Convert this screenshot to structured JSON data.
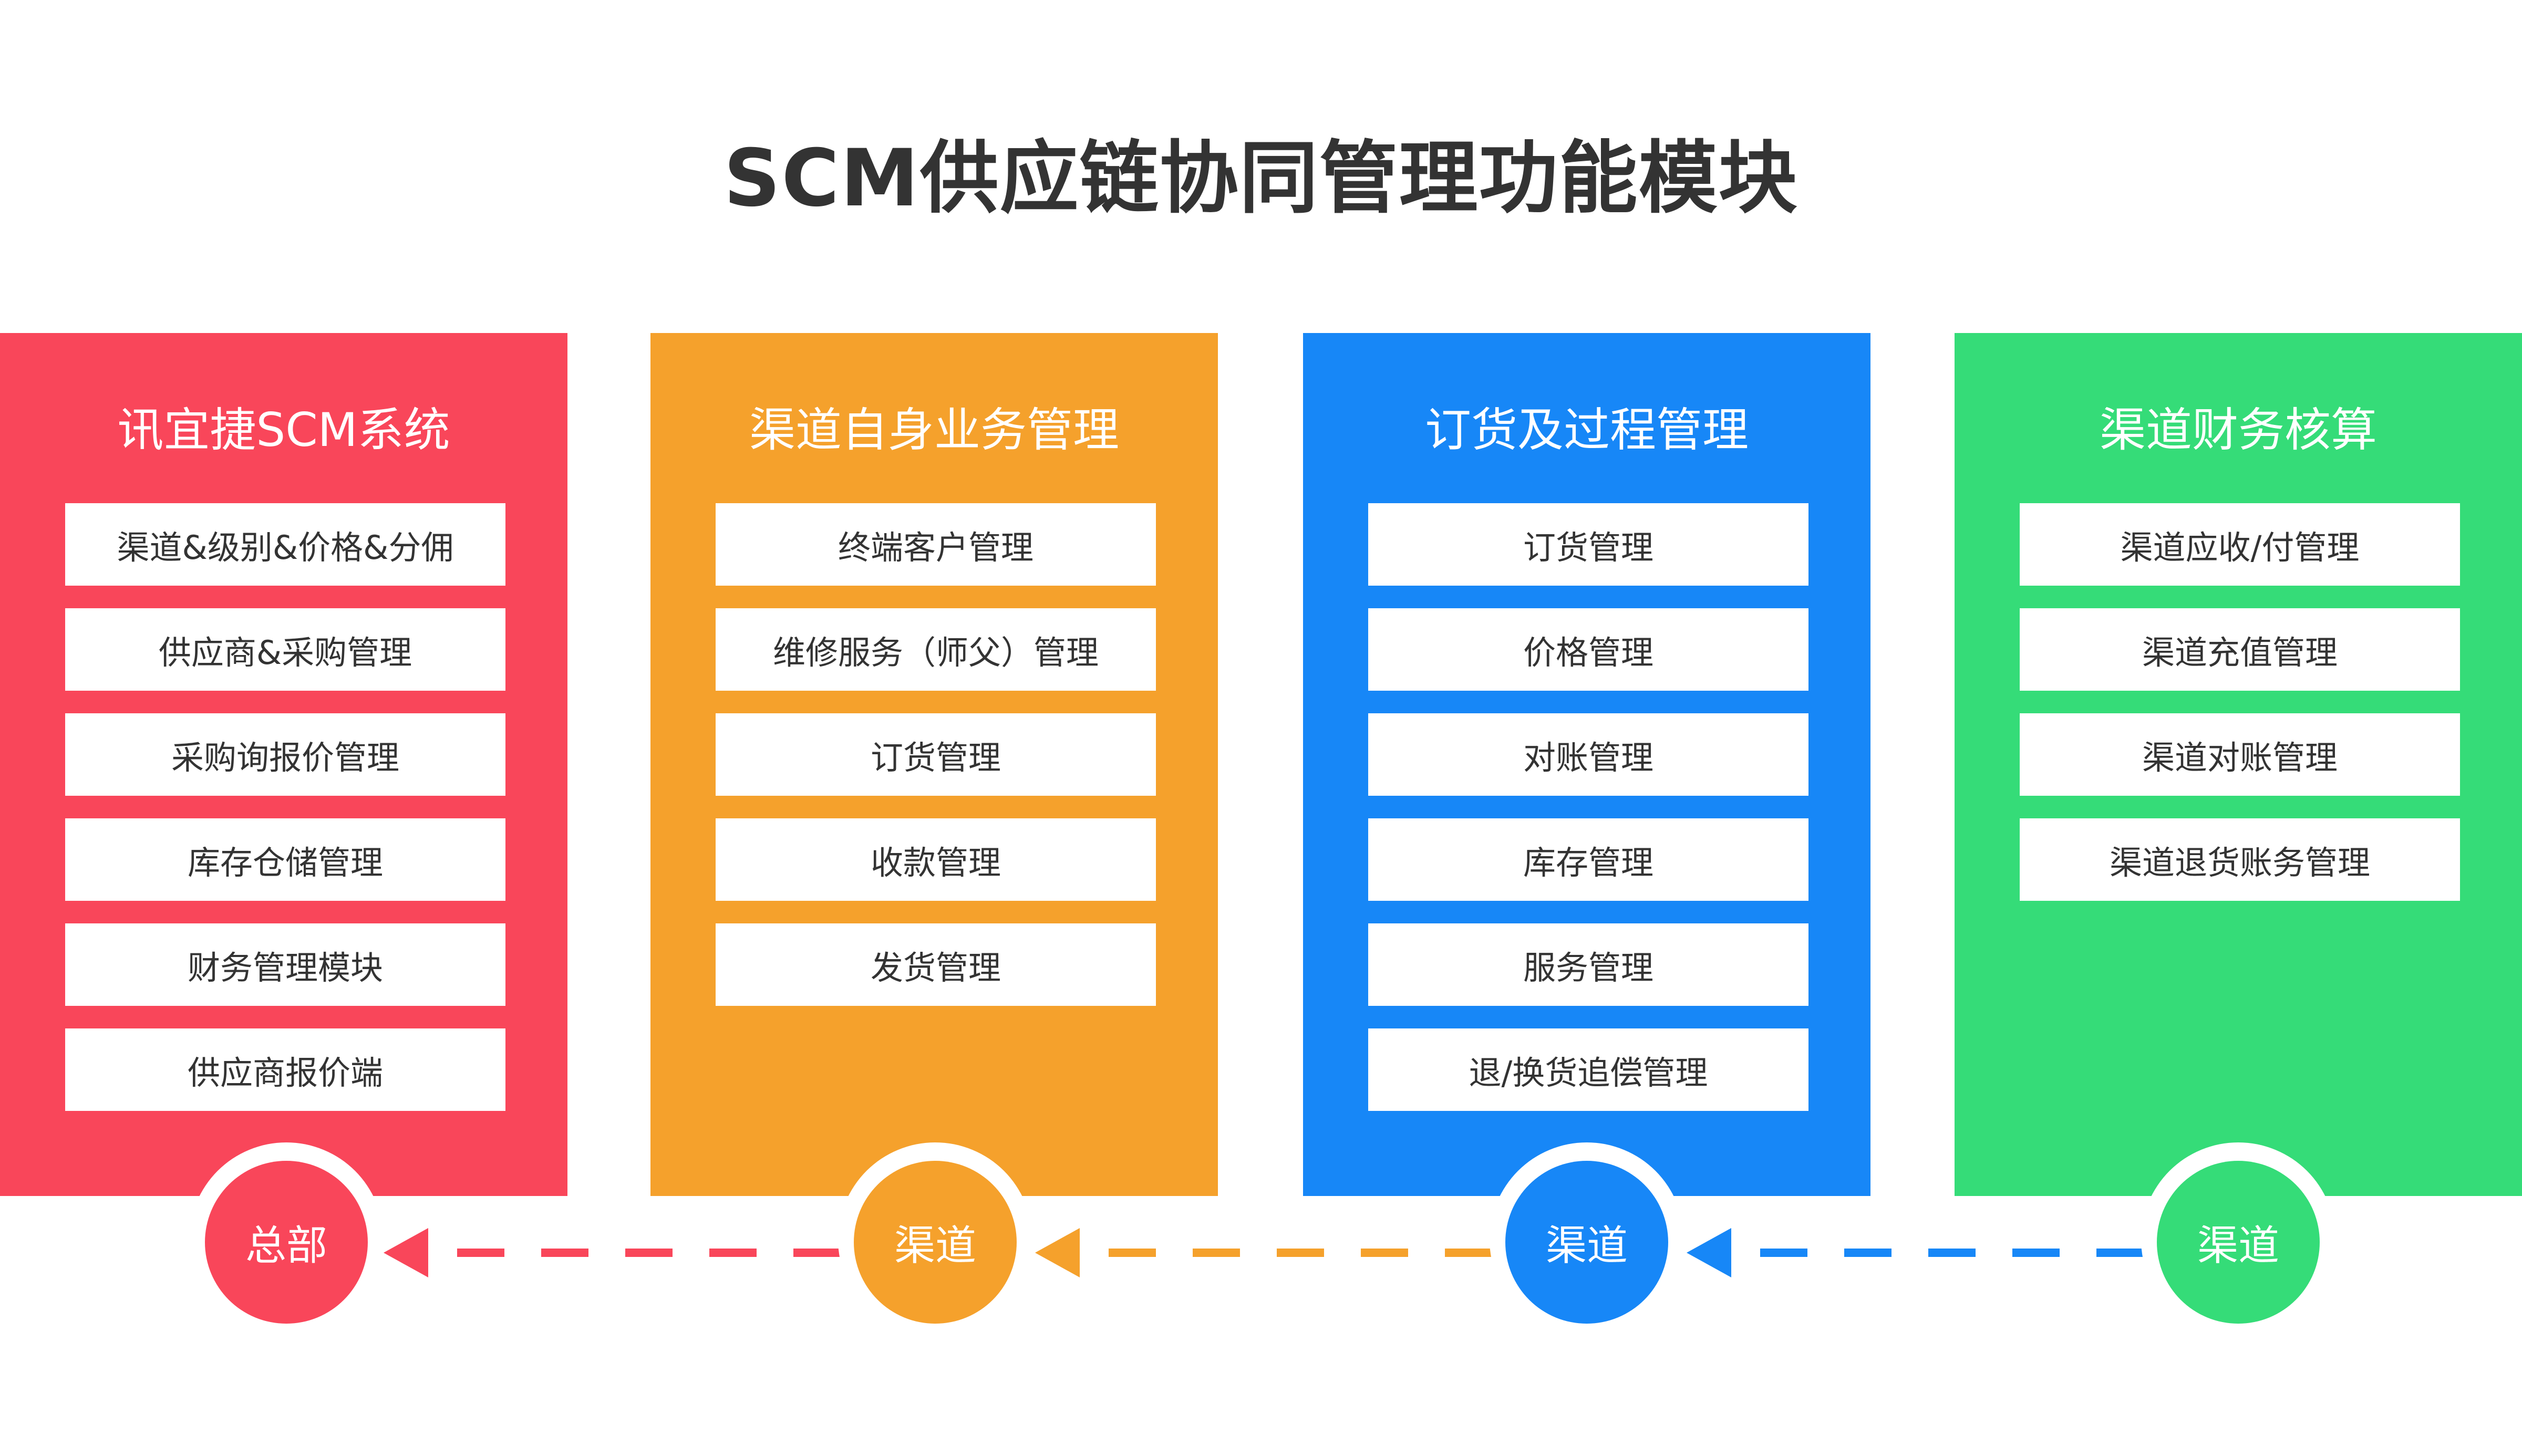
{
  "title": "SCM供应链协同管理功能模块",
  "colors": {
    "red": "#F9465A",
    "orange": "#F5A12C",
    "blue": "#1787F7",
    "green": "#35DC78"
  },
  "columns": [
    {
      "title": "讯宜捷SCM系统",
      "items": [
        "渠道&级别&价格&分佣",
        "供应商&采购管理",
        "采购询报价管理",
        "库存仓储管理",
        "财务管理模块",
        "供应商报价端"
      ],
      "badge": "总部"
    },
    {
      "title": "渠道自身业务管理",
      "items": [
        "终端客户管理",
        "维修服务（师父）管理",
        "订货管理",
        "收款管理",
        "发货管理"
      ],
      "badge": "渠道"
    },
    {
      "title": "订货及过程管理",
      "items": [
        "订货管理",
        "价格管理",
        "对账管理",
        "库存管理",
        "服务管理",
        "退/换货追偿管理"
      ],
      "badge": "渠道"
    },
    {
      "title": "渠道财务核算",
      "items": [
        "渠道应收/付管理",
        "渠道充值管理",
        "渠道对账管理",
        "渠道退货账务管理"
      ],
      "badge": "渠道"
    }
  ]
}
